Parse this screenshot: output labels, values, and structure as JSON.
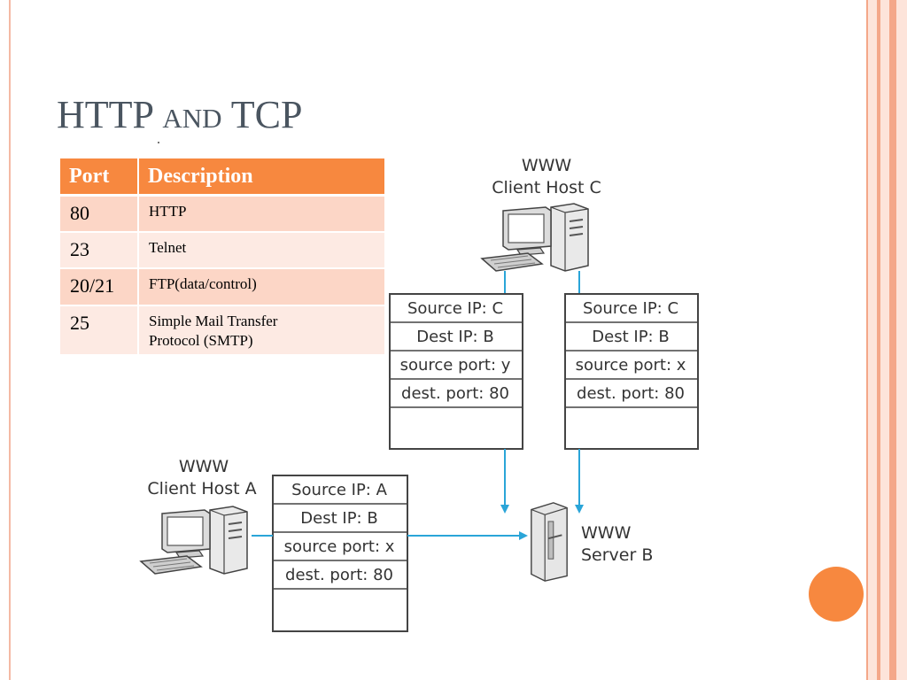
{
  "slide": {
    "title_main1": "HTTP",
    "title_and": "and",
    "title_main2": "TCP"
  },
  "table": {
    "headers": [
      "Port",
      "Description"
    ],
    "rows": [
      {
        "port": "80",
        "description_lines": [
          "HTTP"
        ]
      },
      {
        "port": "23",
        "description_lines": [
          "Telnet"
        ]
      },
      {
        "port": "20/21",
        "description_lines": [
          "FTP(data/control)"
        ]
      },
      {
        "port": "25",
        "description_lines": [
          "Simple Mail Transfer",
          "Protocol (SMTP)"
        ]
      }
    ]
  },
  "diagram": {
    "host_c": {
      "line1": "WWW",
      "line2": "Client Host C"
    },
    "host_a": {
      "line1": "WWW",
      "line2": "Client Host A"
    },
    "server": {
      "line1": "WWW",
      "line2": "Server B"
    },
    "segment_c1": [
      "Source IP: C",
      "Dest IP: B",
      "source port: y",
      "dest. port: 80"
    ],
    "segment_c2": [
      "Source IP: C",
      "Dest IP: B",
      "source port: x",
      "dest. port: 80"
    ],
    "segment_a": [
      "Source IP: A",
      "Dest IP: B",
      "source port: x",
      "dest. port: 80"
    ]
  },
  "colors": {
    "accent": "#f7883f",
    "arrow": "#2aa5d8",
    "frame": "#f4a789"
  }
}
